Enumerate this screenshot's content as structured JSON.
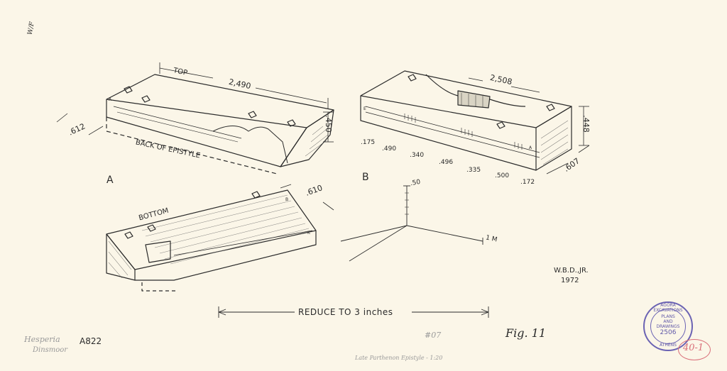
{
  "corner_note": "W/F",
  "figure_a": {
    "label": "A",
    "top_label": "TOP",
    "dim_top": "2,490",
    "dim_left": ".612",
    "dim_right": ".450",
    "back_label": "BACK OF EPISTYLE",
    "bottom_label": "BOTTOM",
    "dim_bottom": ".610",
    "corner_a": "A",
    "corner_b": "B",
    "corner_c": "K"
  },
  "figure_b": {
    "label": "B",
    "dim_top": "2,508",
    "dim_right": ".448",
    "dim_depth": ".607",
    "front_dims": [
      ".175",
      ".490",
      ".340",
      ".496",
      ".335",
      ".500",
      ".172"
    ],
    "corner_e": "E",
    "corner_a": "A"
  },
  "scale": {
    "vertical": ".50",
    "horizontal": "1 M"
  },
  "author": "W.B.D.,JR.",
  "year": "1972",
  "reduce_note": "REDUCE TO 3 inches",
  "fig_label": "Fig. 11",
  "page_number": "#07",
  "caption": "Late Parthenon Epistyle - 1:20",
  "catalog_code": "A822",
  "signature_line1": "Hesperia",
  "signature_line2": "Dinsmoor",
  "stamp": {
    "line1": "AGORA EXCAVATIONS",
    "line2": "PLANS",
    "line3": "AND",
    "line4": "DRAWINGS",
    "number": "2506",
    "line5": "ATHENS"
  },
  "red_number": "40-1"
}
